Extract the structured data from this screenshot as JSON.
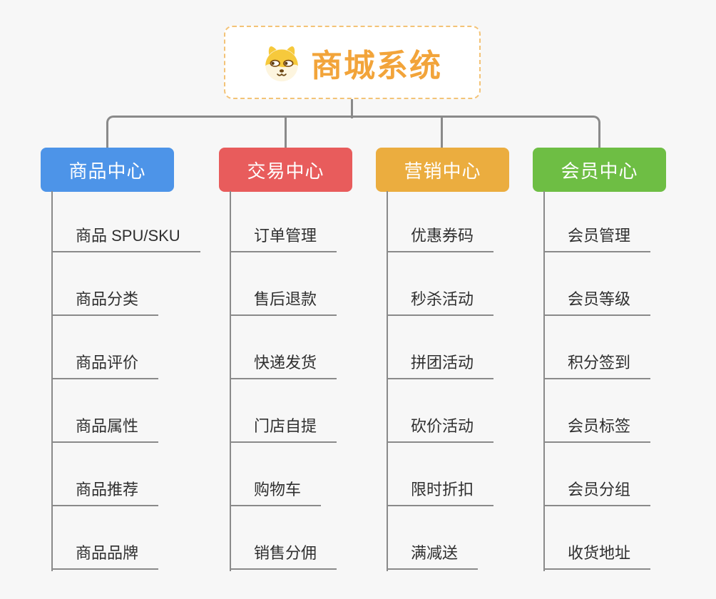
{
  "root": {
    "title": "商城系统",
    "icon": "dog-face-icon",
    "title_color": "#f2a43a",
    "border_color": "#f3c377",
    "fill_color": "#ffffff"
  },
  "branches": [
    {
      "label": "商品中心",
      "color": "#4d94e8",
      "items": [
        "商品 SPU/SKU",
        "商品分类",
        "商品评价",
        "商品属性",
        "商品推荐",
        "商品品牌"
      ]
    },
    {
      "label": "交易中心",
      "color": "#e85c5c",
      "items": [
        "订单管理",
        "售后退款",
        "快递发货",
        "门店自提",
        "购物车",
        "销售分佣"
      ]
    },
    {
      "label": "营销中心",
      "color": "#ebad3f",
      "items": [
        "优惠券码",
        "秒杀活动",
        "拼团活动",
        "砍价活动",
        "限时折扣",
        "满减送"
      ]
    },
    {
      "label": "会员中心",
      "color": "#6ebe44",
      "items": [
        "会员管理",
        "会员等级",
        "积分签到",
        "会员标签",
        "会员分组",
        "收货地址"
      ]
    }
  ],
  "style": {
    "connector_color": "#8a8a8a",
    "leaf_text_color": "#2f2f2f",
    "background_color": "#f7f7f7"
  }
}
